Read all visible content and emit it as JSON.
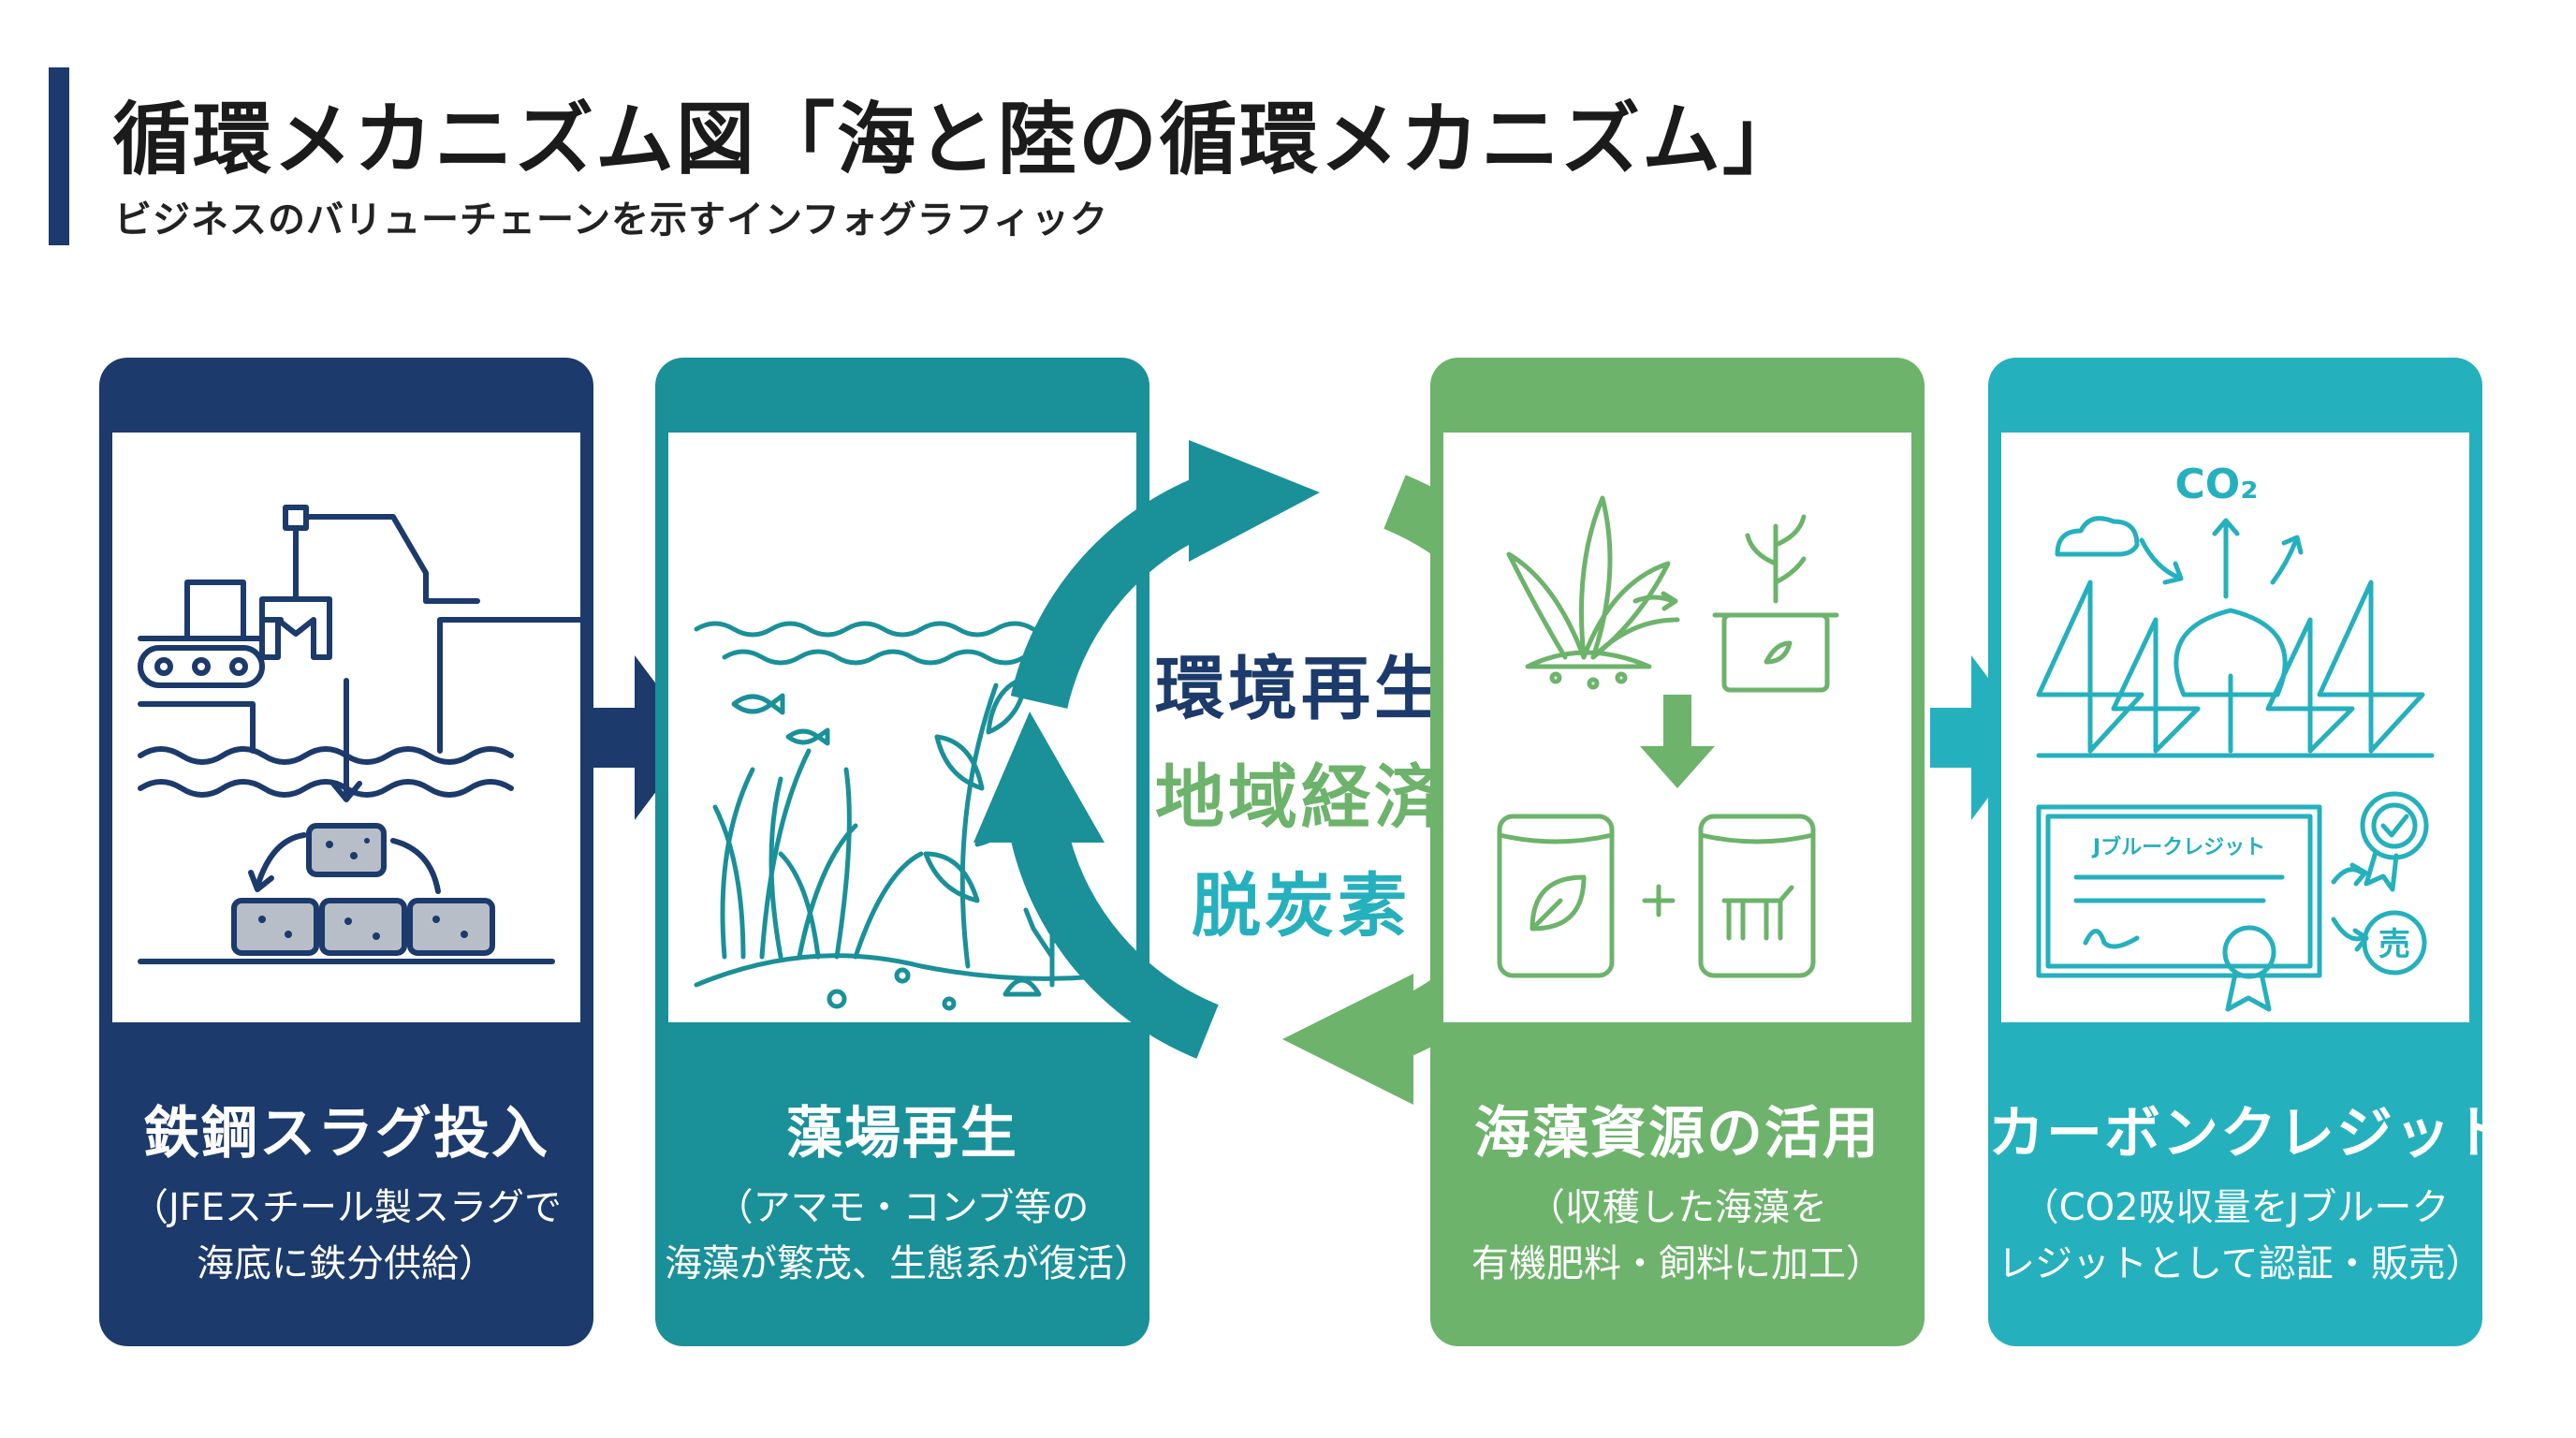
{
  "header": {
    "title": "循環メカニズム図「海と陸の循環メカニズム」",
    "subtitle": "ビジネスのバリューチェーンを示すインフォグラフィック"
  },
  "cards": [
    {
      "title": "鉄鋼スラグ投入",
      "desc": [
        "（JFEスチール製スラグで",
        "海底に鉄分供給）"
      ],
      "color": "#1c3a6b"
    },
    {
      "title": "藻場再生",
      "desc": [
        "（アマモ・コンブ等の",
        "海藻が繁茂、生態系が復活）"
      ],
      "color": "#1a9099"
    },
    {
      "title": "海藻資源の活用",
      "desc": [
        "（収穫した海藻を",
        "有機肥料・飼料に加工）"
      ],
      "color": "#6db36b"
    },
    {
      "title": "カーボンクレジット",
      "desc": [
        "（CO2吸収量をJブルーク",
        "レジットとして認証・販売）"
      ],
      "color": "#25b0bd"
    }
  ],
  "cycle": {
    "words": [
      "環境再生",
      "地域経済",
      "脱炭素"
    ]
  },
  "icons": {
    "co2_label": "CO₂",
    "certificate_label": "Jブルークレジット",
    "sale_label": "売"
  }
}
